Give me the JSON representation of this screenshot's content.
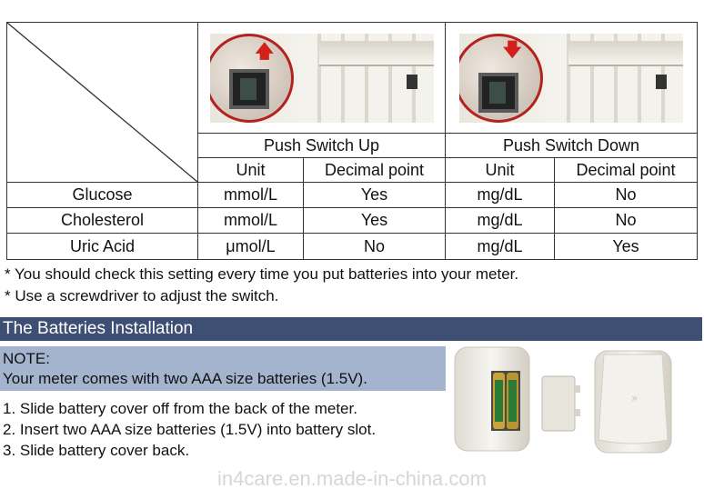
{
  "table": {
    "up_header": "Push Switch Up",
    "down_header": "Push Switch Down",
    "unit_label": "Unit",
    "decimal_label": "Decimal point",
    "rows": [
      {
        "name": "Glucose",
        "up_unit": "mmol/L",
        "up_decimal": "Yes",
        "down_unit": "mg/dL",
        "down_decimal": "No"
      },
      {
        "name": "Cholesterol",
        "up_unit": "mmol/L",
        "up_decimal": "Yes",
        "down_unit": "mg/dL",
        "down_decimal": "No"
      },
      {
        "name": "Uric Acid",
        "up_unit": "μmol/L",
        "up_decimal": "No",
        "down_unit": "mg/dL",
        "down_decimal": "Yes"
      }
    ],
    "arrow_up_icon": "arrow-up-icon",
    "arrow_down_icon": "arrow-down-icon",
    "arrow_color": "#d3201b"
  },
  "notes": [
    "* You should check this setting every time you put batteries into your meter.",
    "* Use a screwdriver to adjust the switch."
  ],
  "section": {
    "title": "The Batteries Installation",
    "bar_color": "#3d4f73",
    "note_color": "#a4b4ce"
  },
  "note_box": {
    "label": "NOTE:",
    "text": "Your meter comes with two AAA size batteries (1.5V)."
  },
  "steps": [
    "1. Slide battery cover off from the back of the meter.",
    "2. Insert two AAA size batteries (1.5V) into battery slot.",
    "3. Slide battery cover back."
  ],
  "watermark": "in4care.en.made-in-china.com"
}
